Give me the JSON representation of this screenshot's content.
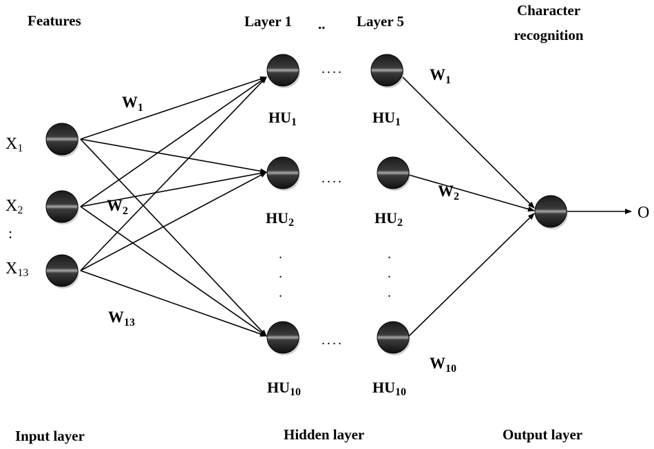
{
  "header": {
    "features": "Features",
    "layer_first": "Layer 1",
    "layer_ellipsis": "..",
    "layer_last": "Layer 5",
    "task_line1": "Character",
    "task_line2": "recognition"
  },
  "inputs": [
    {
      "base": "X",
      "sub": "1"
    },
    {
      "base": "X",
      "sub": "2"
    },
    {
      "base": "X",
      "sub": "13"
    }
  ],
  "input_dots": ":",
  "input_weights": [
    {
      "base": "W",
      "sub": "1"
    },
    {
      "base": "W",
      "sub": "2"
    },
    {
      "base": "W",
      "sub": "13"
    }
  ],
  "hidden_first": [
    {
      "base": "HU",
      "sub": "1"
    },
    {
      "base": "HU",
      "sub": "2"
    },
    {
      "base": "HU",
      "sub": "10"
    }
  ],
  "hidden_last": [
    {
      "base": "HU",
      "sub": "1"
    },
    {
      "base": "HU",
      "sub": "2"
    },
    {
      "base": "HU",
      "sub": "10"
    }
  ],
  "row_gap": "....",
  "column_gap": ".",
  "output_weights": [
    {
      "base": "W",
      "sub": "1"
    },
    {
      "base": "W",
      "sub": "2"
    },
    {
      "base": "W",
      "sub": "10"
    }
  ],
  "output_label": "O",
  "footer": {
    "input_layer": "Input layer",
    "hidden_layer": "Hidden layer",
    "output_layer": "Output layer"
  },
  "colors": {
    "node_dark": "#141414",
    "node_highlight": "#9a9a9a",
    "line": "#000000"
  }
}
